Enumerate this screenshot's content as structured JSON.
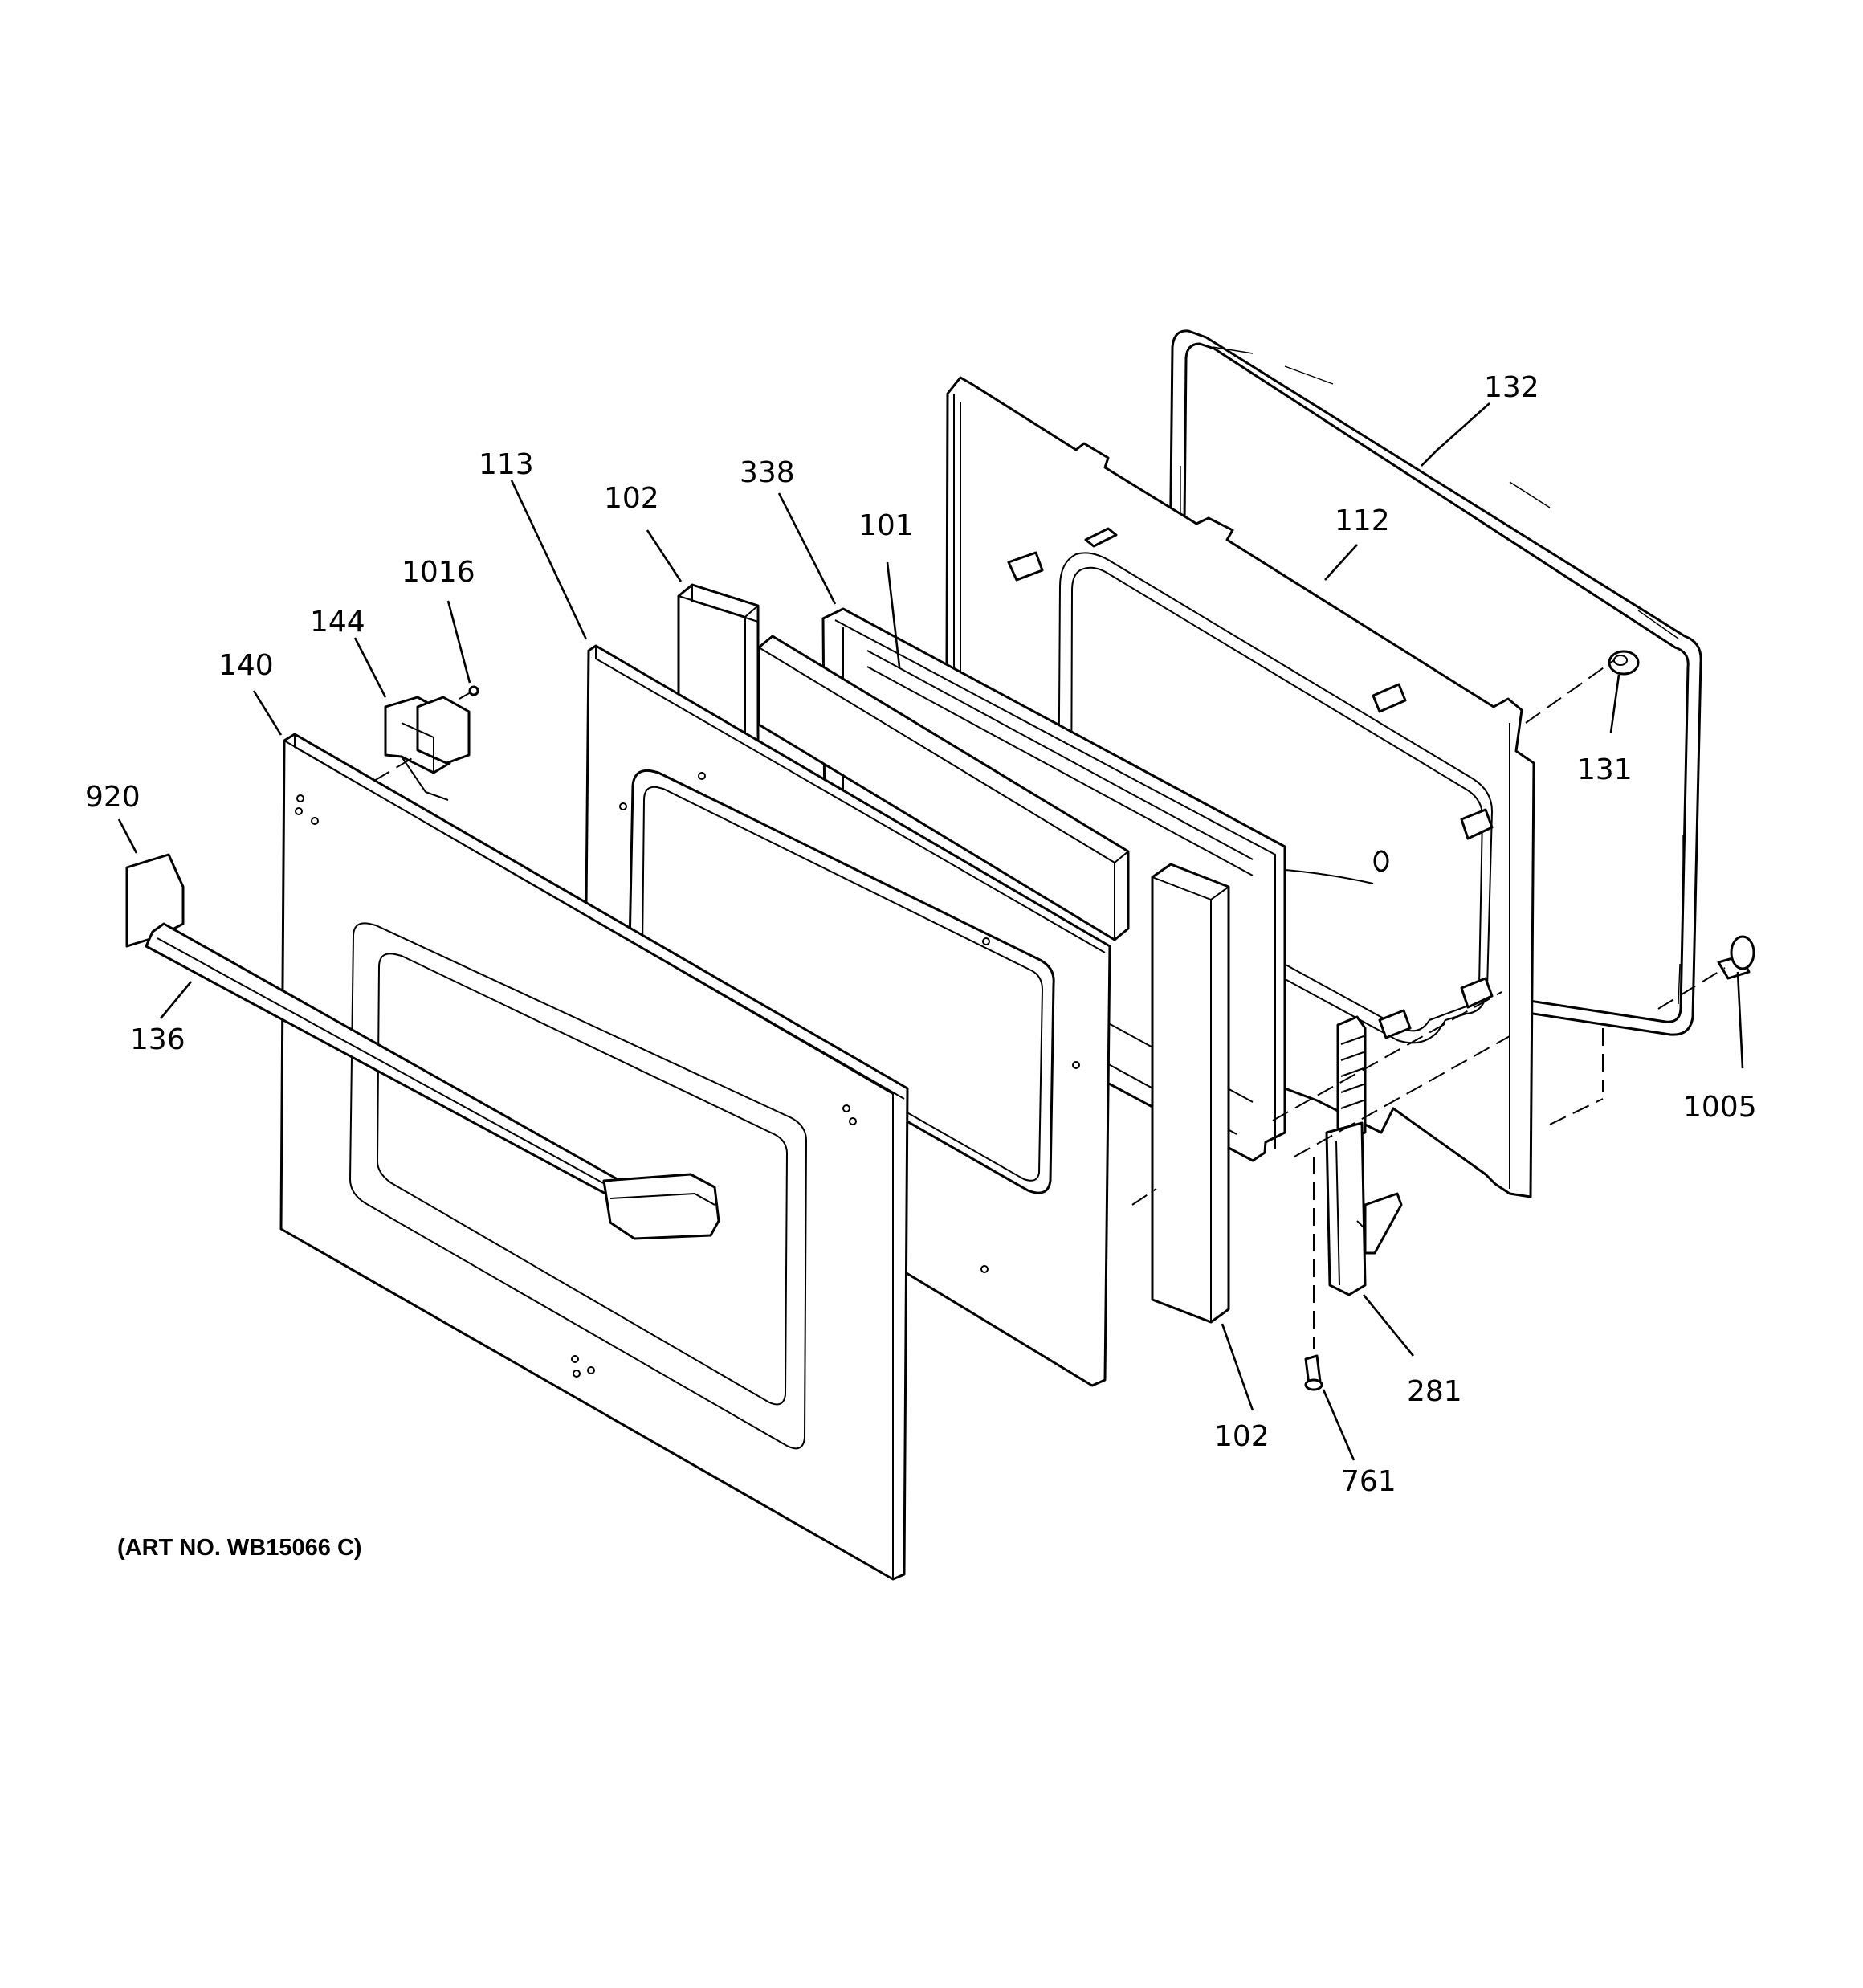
{
  "art_number": "(ART NO. WB15066 C)",
  "callouts": {
    "p132": "132",
    "p112": "112",
    "p113": "113",
    "p338": "338",
    "p102_top": "102",
    "p101": "101",
    "p1016": "1016",
    "p144": "144",
    "p140": "140",
    "p920": "920",
    "p136": "136",
    "p131": "131",
    "p1005": "1005",
    "p281": "281",
    "p102_bottom": "102",
    "p761": "761"
  }
}
